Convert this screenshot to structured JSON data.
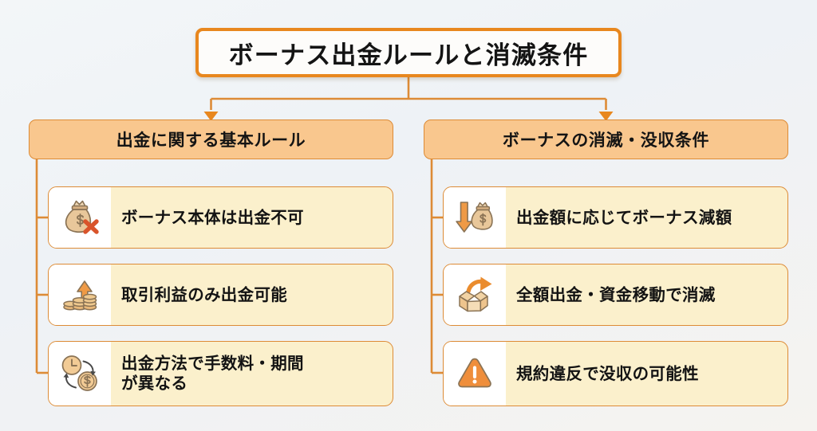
{
  "colors": {
    "accent": "#e8871e",
    "connector": "#dd8b36",
    "header_fill": "#f9c78e",
    "card_fill": "#fbf0cc",
    "icon_panel": "#ffffff",
    "title_fill": "#fdfcfa",
    "text": "#131313",
    "page_background": "#eef2f6",
    "warning_orange": "#ef8e3b",
    "bag_tan": "#e8c79a",
    "cross_red": "#d9542b"
  },
  "title": {
    "text": "ボーナス出金ルールと消滅条件"
  },
  "columns": [
    {
      "id": "left",
      "header": "出金に関する基本ルール",
      "items": [
        {
          "icon": "money-bag-cross-icon",
          "label": "ボーナス本体は出金不可",
          "lines": [
            "ボーナス本体は出金不可"
          ]
        },
        {
          "icon": "coin-stack-up-arrow-icon",
          "label": "取引利益のみ出金可能",
          "lines": [
            "取引利益のみ出金可能"
          ]
        },
        {
          "icon": "clock-dollar-exchange-icon",
          "label": "出金方法で手数料・期間が異なる",
          "lines": [
            "出金方法で手数料・期間",
            "が異なる"
          ]
        }
      ]
    },
    {
      "id": "right",
      "header": "ボーナスの消滅・没収条件",
      "items": [
        {
          "icon": "down-arrow-money-bag-icon",
          "label": "出金額に応じてボーナス減額",
          "lines": [
            "出金額に応じてボーナス減額"
          ]
        },
        {
          "icon": "open-box-arrow-out-icon",
          "label": "全額出金・資金移動で消滅",
          "lines": [
            "全額出金・資金移動で消滅"
          ]
        },
        {
          "icon": "warning-triangle-icon",
          "label": "規約違反で没収の可能性",
          "lines": [
            "規約違反で没収の可能性"
          ]
        }
      ]
    }
  ]
}
